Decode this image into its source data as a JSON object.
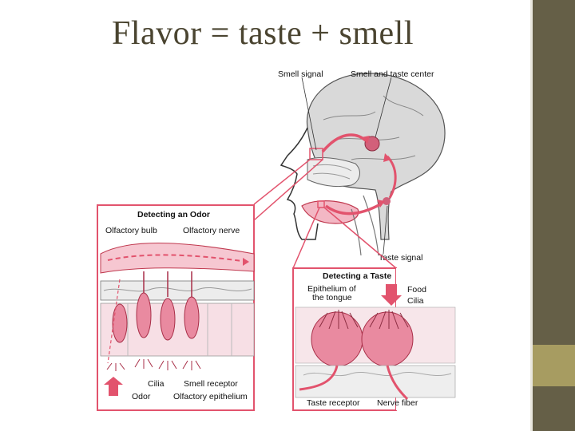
{
  "slide": {
    "title": "Flavor = taste + smell"
  },
  "colors": {
    "sidebar": "#655f47",
    "sidebar_accent": "#a79c61",
    "title": "#4a4430",
    "accent_pink": "#e2536d",
    "tissue_pink": "#f3b7c4"
  },
  "head": {
    "smell_signal": "Smell signal",
    "smell_taste_center": "Smell and taste center",
    "taste_signal": "Taste signal"
  },
  "odor_panel": {
    "heading": "Detecting an Odor",
    "olfactory_bulb": "Olfactory bulb",
    "olfactory_nerve": "Olfactory nerve",
    "cilia": "Cilia",
    "smell_receptor": "Smell receptor",
    "odor": "Odor",
    "olfactory_epithelium": "Olfactory epithelium"
  },
  "taste_panel": {
    "heading": "Detecting a Taste",
    "epithelium_line1": "Epithelium of",
    "epithelium_line2": "the tongue",
    "food": "Food",
    "cilia": "Cilia",
    "taste_receptor": "Taste receptor",
    "nerve_fiber": "Nerve fiber"
  }
}
